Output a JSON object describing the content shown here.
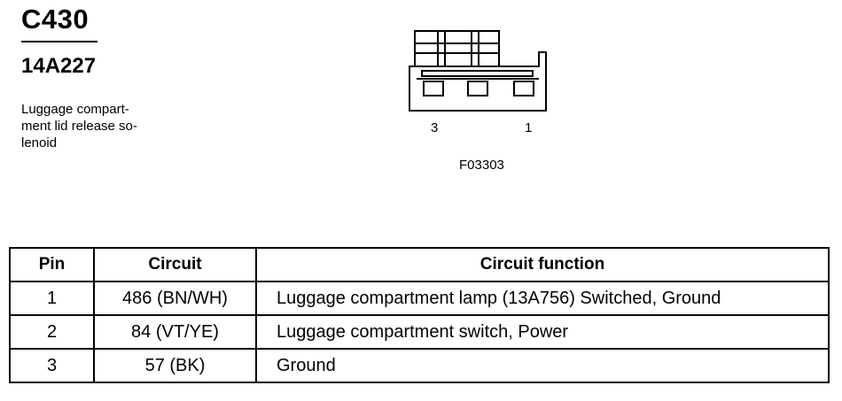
{
  "connector": {
    "id": "C430",
    "part_number": "14A227",
    "description_lines": [
      "Luggage compart-",
      "ment lid release so-",
      "lenoid"
    ]
  },
  "diagram": {
    "pin_labels": {
      "left": "3",
      "right": "1"
    },
    "figure_code": "F03303"
  },
  "table": {
    "headers": {
      "pin": "Pin",
      "circuit": "Circuit",
      "function": "Circuit function"
    },
    "rows": [
      {
        "pin": "1",
        "circuit": "486 (BN/WH)",
        "function": "Luggage compartment lamp (13A756) Switched, Ground"
      },
      {
        "pin": "2",
        "circuit": "84 (VT/YE)",
        "function": "Luggage compartment switch, Power"
      },
      {
        "pin": "3",
        "circuit": "57 (BK)",
        "function": "Ground"
      }
    ]
  }
}
